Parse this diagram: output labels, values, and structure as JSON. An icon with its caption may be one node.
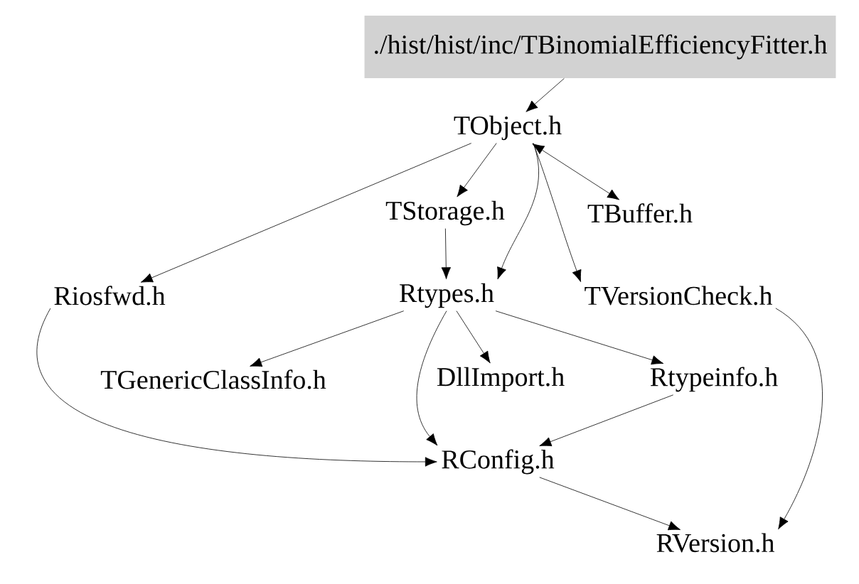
{
  "diagram": {
    "nodes": [
      {
        "text": [
          "./hist/hist/inc/TBinomialEfficiencyFitter.h"
        ]
      },
      {
        "text": [
          "TObject.h"
        ]
      },
      {
        "text": [
          "Riosfwd.h"
        ]
      },
      {
        "text": [
          "TStorage.h"
        ]
      },
      {
        "text": [
          "TBuffer.h"
        ]
      },
      {
        "text": [
          "Rtypes.h"
        ]
      },
      {
        "text": [
          "TVersionCheck.h"
        ]
      },
      {
        "text": [
          "TGenericClassInfo.h"
        ]
      },
      {
        "text": [
          "DllImport.h"
        ]
      },
      {
        "text": [
          "Rtypeinfo.h"
        ]
      },
      {
        "text": [
          "RConfig.h"
        ]
      },
      {
        "text": [
          "RVersion.h"
        ]
      }
    ],
    "edges": [
      {
        "from": 0,
        "to": 1,
        "arrow": "to"
      },
      {
        "from": 1,
        "to": 2,
        "arrow": "to"
      },
      {
        "from": 1,
        "to": 3,
        "arrow": "to"
      },
      {
        "from": 1,
        "to": 4,
        "arrow": "both"
      },
      {
        "from": 1,
        "to": 5,
        "arrow": "to"
      },
      {
        "from": 1,
        "to": 6,
        "arrow": "to"
      },
      {
        "from": 3,
        "to": 5,
        "arrow": "to"
      },
      {
        "from": 5,
        "to": 7,
        "arrow": "to"
      },
      {
        "from": 5,
        "to": 8,
        "arrow": "to"
      },
      {
        "from": 5,
        "to": 9,
        "arrow": "to"
      },
      {
        "from": 5,
        "to": 10,
        "arrow": "to"
      },
      {
        "from": 2,
        "to": 10,
        "arrow": "to"
      },
      {
        "from": 9,
        "to": 10,
        "arrow": "to"
      },
      {
        "from": 10,
        "to": 11,
        "arrow": "to"
      },
      {
        "from": 6,
        "to": 11,
        "arrow": "to"
      }
    ]
  }
}
